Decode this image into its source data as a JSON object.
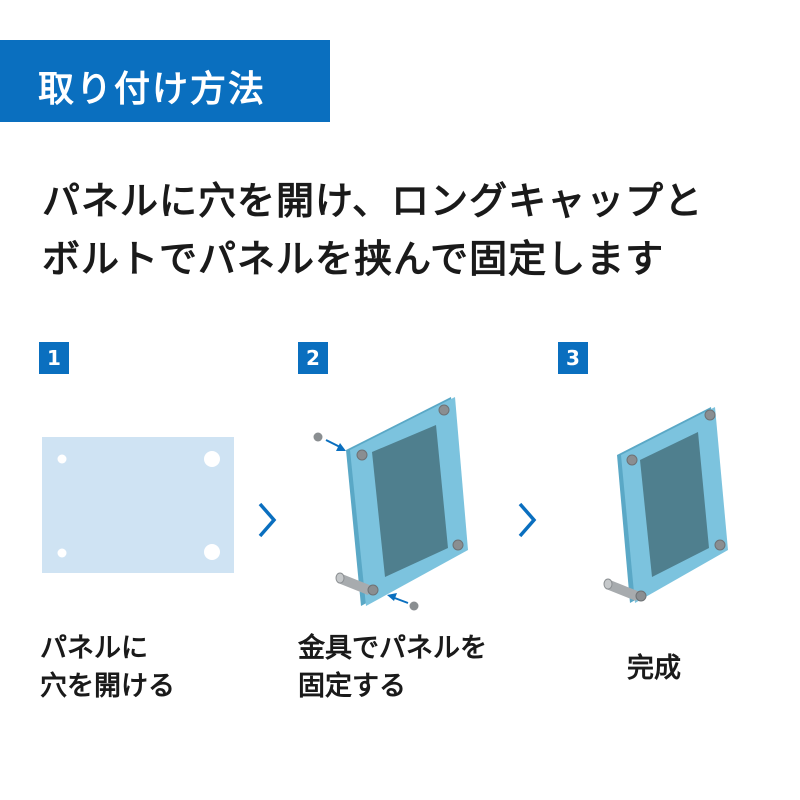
{
  "header": {
    "title": "取り付け方法"
  },
  "headline": {
    "line1": "パネルに穴を開け、ロングキャップと",
    "line2": "ボルトでパネルを挟んで固定します"
  },
  "steps": [
    {
      "number": "1",
      "caption_lines": [
        "パネルに",
        "穴を開ける"
      ]
    },
    {
      "number": "2",
      "caption_lines": [
        "金具でパネルを",
        "固定する"
      ]
    },
    {
      "number": "3",
      "caption_lines": [
        "完成"
      ]
    }
  ],
  "colors": {
    "accent_blue": "#0a6fbf",
    "panel_light": "#cfe3f3",
    "acrylic": "#7cc3de",
    "photo": "#4f7f8e",
    "hardware": "#9fa3a6"
  },
  "icons": [
    "next-arrow-icon",
    "insert-arrow-icon"
  ]
}
